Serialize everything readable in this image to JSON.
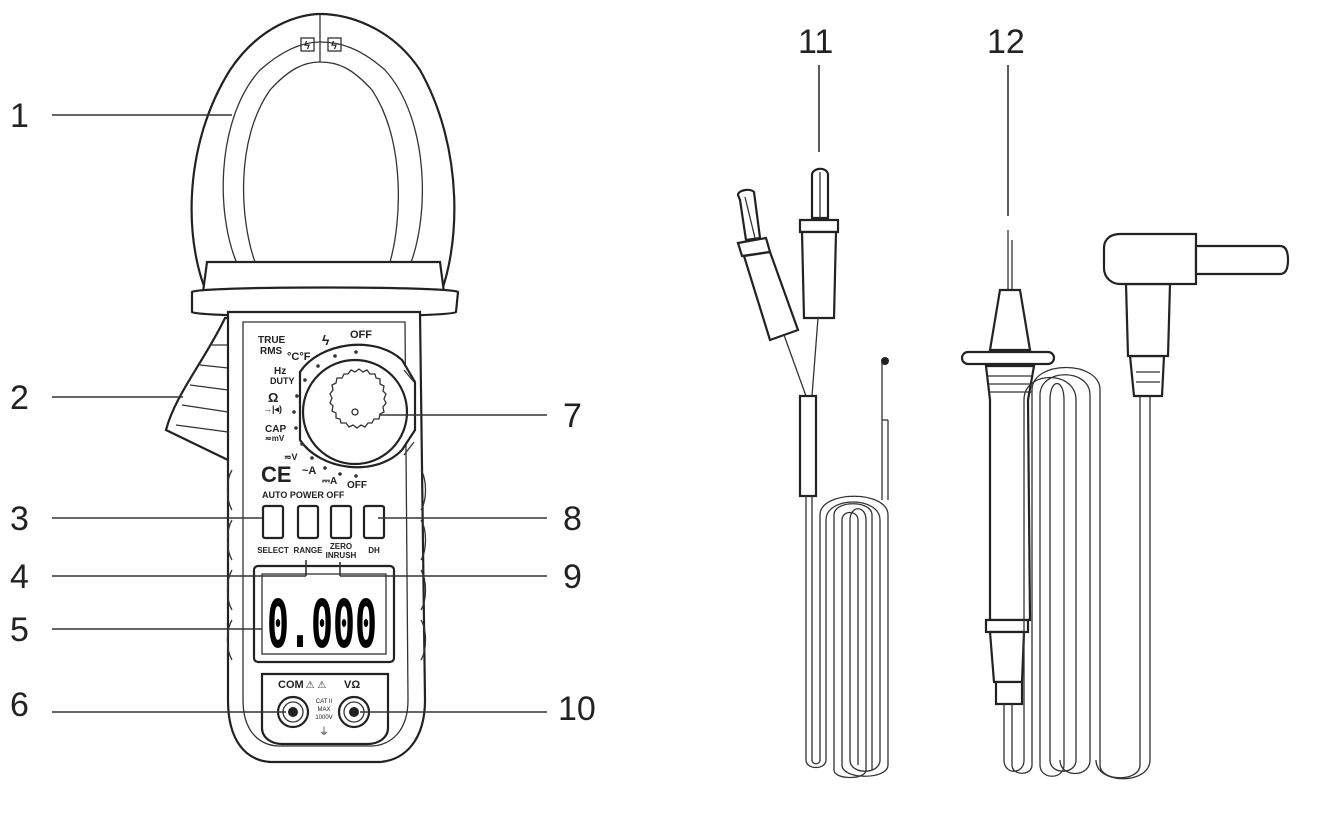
{
  "callouts": {
    "c1": "1",
    "c2": "2",
    "c3": "3",
    "c4": "4",
    "c5": "5",
    "c6": "6",
    "c7": "7",
    "c8": "8",
    "c9": "9",
    "c10": "10",
    "c11": "11",
    "c12": "12"
  },
  "meter": {
    "true_rms": "TRUE",
    "rms": "RMS",
    "temp": "°C°F",
    "hz": "Hz",
    "duty": "DUTY",
    "ohm": "Ω",
    "diode": "→|◂)",
    "cap": "CAP",
    "mv": "≂mV",
    "v": "≂V",
    "ac_a": "~A",
    "dc_a": "⎓A",
    "off_top": "OFF",
    "off_bottom": "OFF",
    "lightning": "ϟ",
    "ce": "CE",
    "auto_power_off": "AUTO POWER OFF",
    "btn_select": "SELECT",
    "btn_range": "RANGE",
    "btn_zero": "ZERO",
    "btn_inrush": "INRUSH",
    "btn_dh": "DH",
    "display": "0.000",
    "com": "COM",
    "vohm": "VΩ",
    "cat": "CAT II",
    "max": "MAX",
    "volts": "1000V"
  }
}
